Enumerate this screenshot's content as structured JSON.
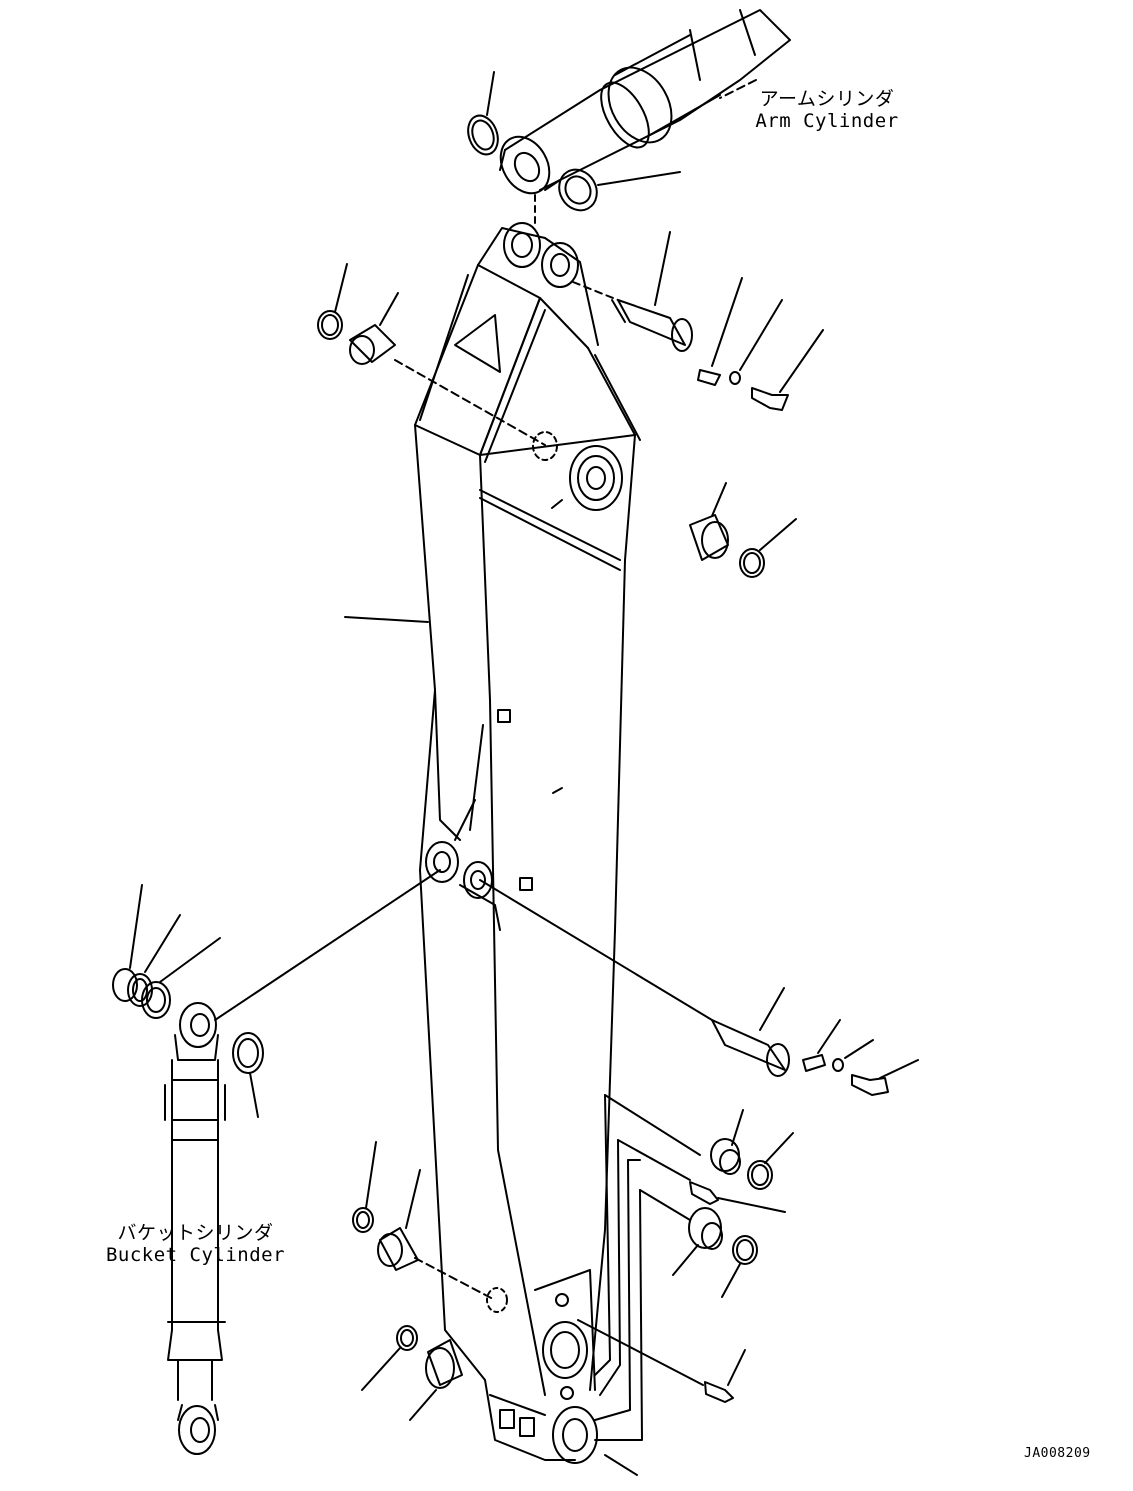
{
  "labels": {
    "arm_cylinder": {
      "jp": "アームシリンダ",
      "en": "Arm Cylinder"
    },
    "bucket_cylinder": {
      "jp": "バケットシリンダ",
      "en": "Bucket Cylinder"
    }
  },
  "drawing_code": "JA008209",
  "colors": {
    "line": "#000000",
    "background": "#ffffff"
  }
}
